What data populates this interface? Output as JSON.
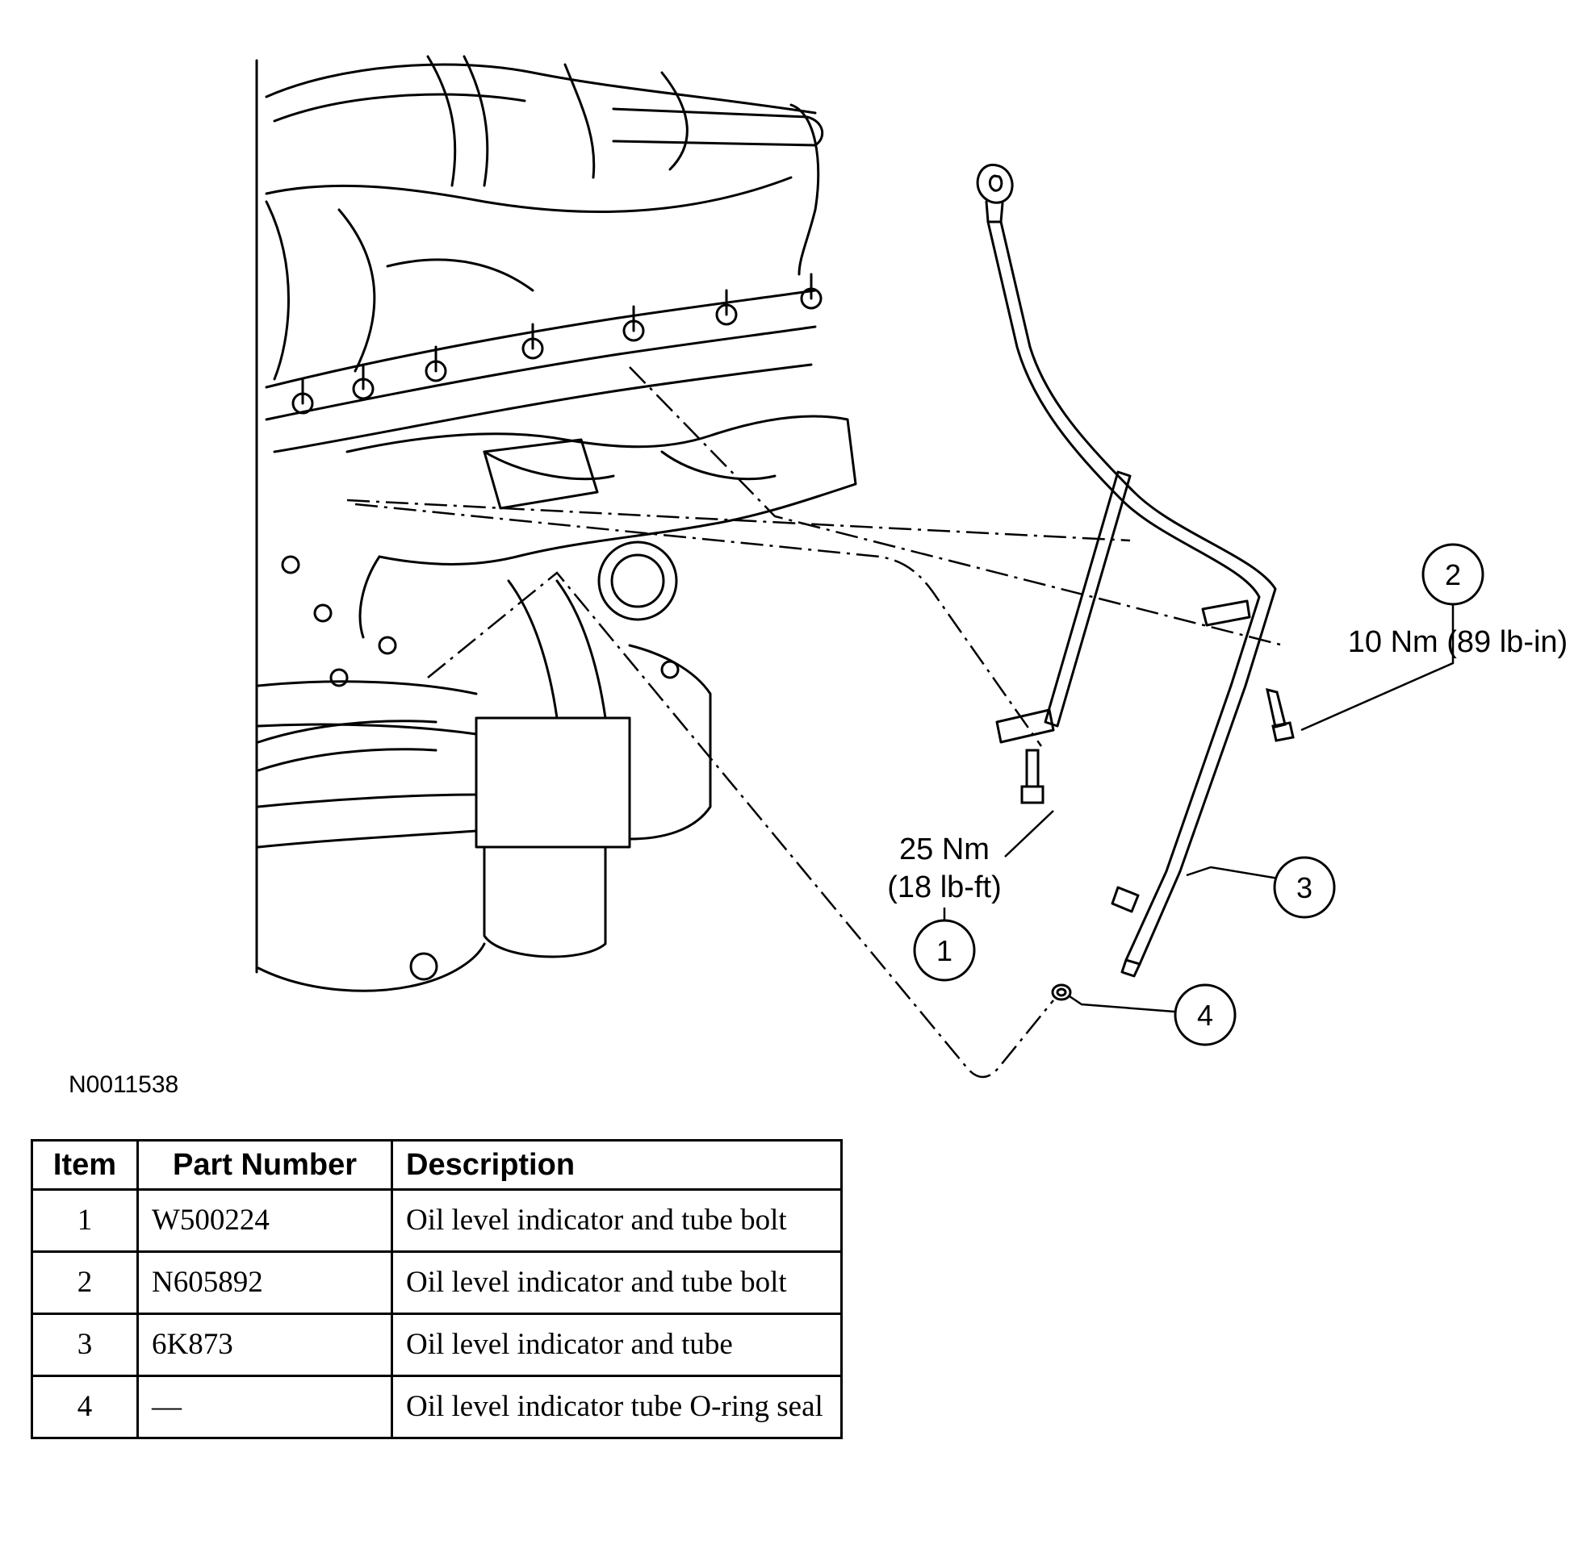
{
  "figure_id": "N0011538",
  "callouts": [
    {
      "number": "1",
      "torque_line1": "25 Nm",
      "torque_line2": "(18 lb-ft)"
    },
    {
      "number": "2",
      "torque_line1": "10 Nm (89 lb-in)"
    },
    {
      "number": "3"
    },
    {
      "number": "4"
    }
  ],
  "table": {
    "headers": [
      "Item",
      "Part Number",
      "Description"
    ],
    "rows": [
      {
        "item": "1",
        "part_number": "W500224",
        "description": "Oil level indicator and tube bolt"
      },
      {
        "item": "2",
        "part_number": "N605892",
        "description": "Oil level indicator and tube bolt"
      },
      {
        "item": "3",
        "part_number": "6K873",
        "description": "Oil level indicator and tube"
      },
      {
        "item": "4",
        "part_number": "—",
        "description": "Oil level indicator tube O-ring seal"
      }
    ]
  }
}
